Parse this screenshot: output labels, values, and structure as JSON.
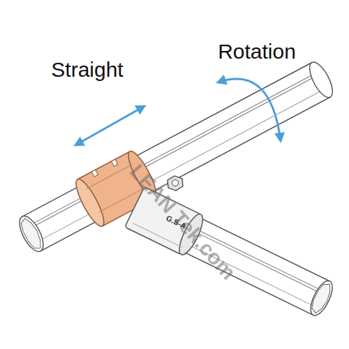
{
  "diagram": {
    "labels": [
      "Straight",
      "Rotation",
      "LEAN Tek.com",
      "G.S-A"
    ]
  }
}
